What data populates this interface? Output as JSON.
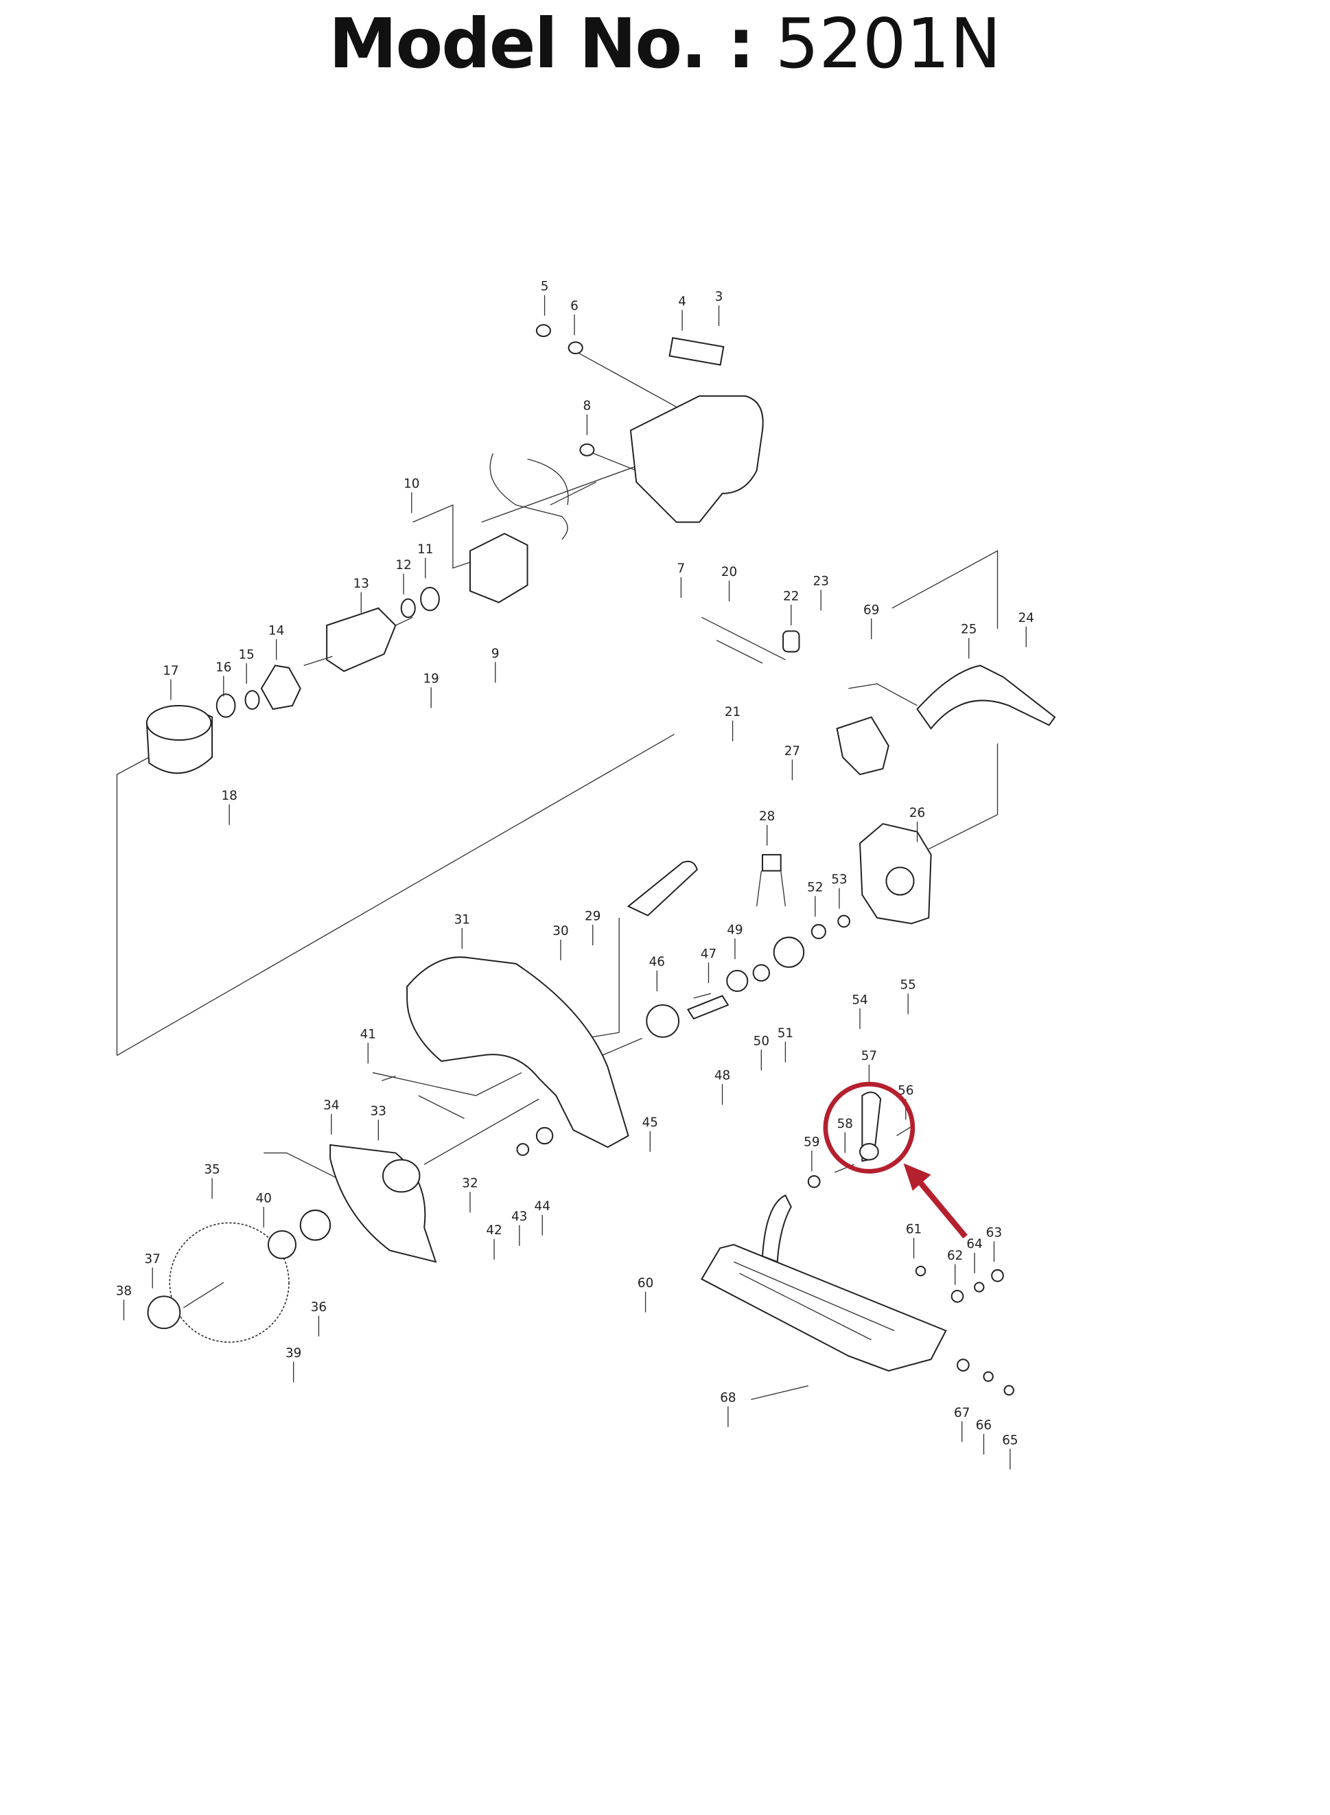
{
  "title": {
    "label": "Model No.",
    "separator": ":",
    "model": "5201N"
  },
  "parts": [
    "3",
    "4",
    "5",
    "6",
    "7",
    "8",
    "9",
    "10",
    "11",
    "12",
    "13",
    "14",
    "15",
    "16",
    "17",
    "18",
    "19",
    "20",
    "21",
    "22",
    "23",
    "24",
    "25",
    "26",
    "27",
    "28",
    "29",
    "30",
    "31",
    "32",
    "33",
    "34",
    "35",
    "36",
    "37",
    "38",
    "39",
    "40",
    "41",
    "42",
    "43",
    "44",
    "45",
    "46",
    "47",
    "48",
    "49",
    "50",
    "51",
    "52",
    "53",
    "54",
    "55",
    "56",
    "57",
    "58",
    "59",
    "60",
    "61",
    "62",
    "63",
    "64",
    "65",
    "66",
    "67",
    "68",
    "69"
  ],
  "highlight": {
    "part": "57",
    "color": "#b5202e"
  }
}
